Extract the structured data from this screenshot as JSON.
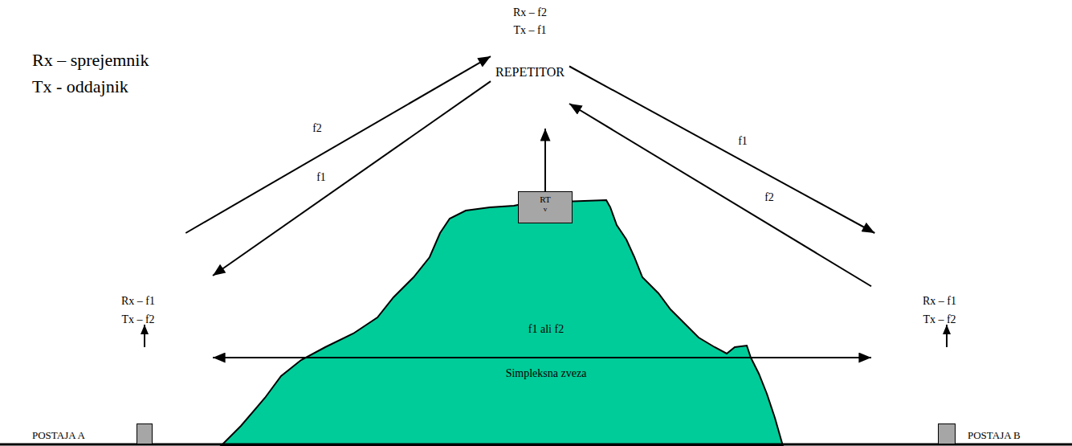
{
  "diagram": {
    "nodes": [
      {
        "text": [
          "Rx – f2",
          "Tx – f1",
          "REPETITOR"
        ]
      },
      {
        "text": [
          "RT",
          "v"
        ]
      },
      {
        "text": [
          "Simpleksna zveza"
        ]
      },
      {
        "text": [
          "Rx – f1",
          "Tx – f2",
          "POSTAJA A"
        ]
      },
      {
        "text": [
          "Rx – f1",
          "Tx – f2",
          "POSTAJA B"
        ]
      }
    ],
    "edges": [
      {
        "from": 3,
        "to": 0,
        "label": "f2",
        "arrow": "to"
      },
      {
        "from": 0,
        "to": 3,
        "label": "f1",
        "arrow": "to"
      },
      {
        "from": 0,
        "to": 4,
        "label": "f1",
        "arrow": "to"
      },
      {
        "from": 4,
        "to": 0,
        "label": "f2",
        "arrow": "to"
      },
      {
        "from": 3,
        "to": 4,
        "label": "f1 ali f2",
        "arrow": "both"
      },
      {
        "from": 1,
        "to": 0,
        "arrow": "to"
      }
    ],
    "labels": [
      "Rx – sprejemnik",
      "Tx - oddajnik"
    ]
  }
}
